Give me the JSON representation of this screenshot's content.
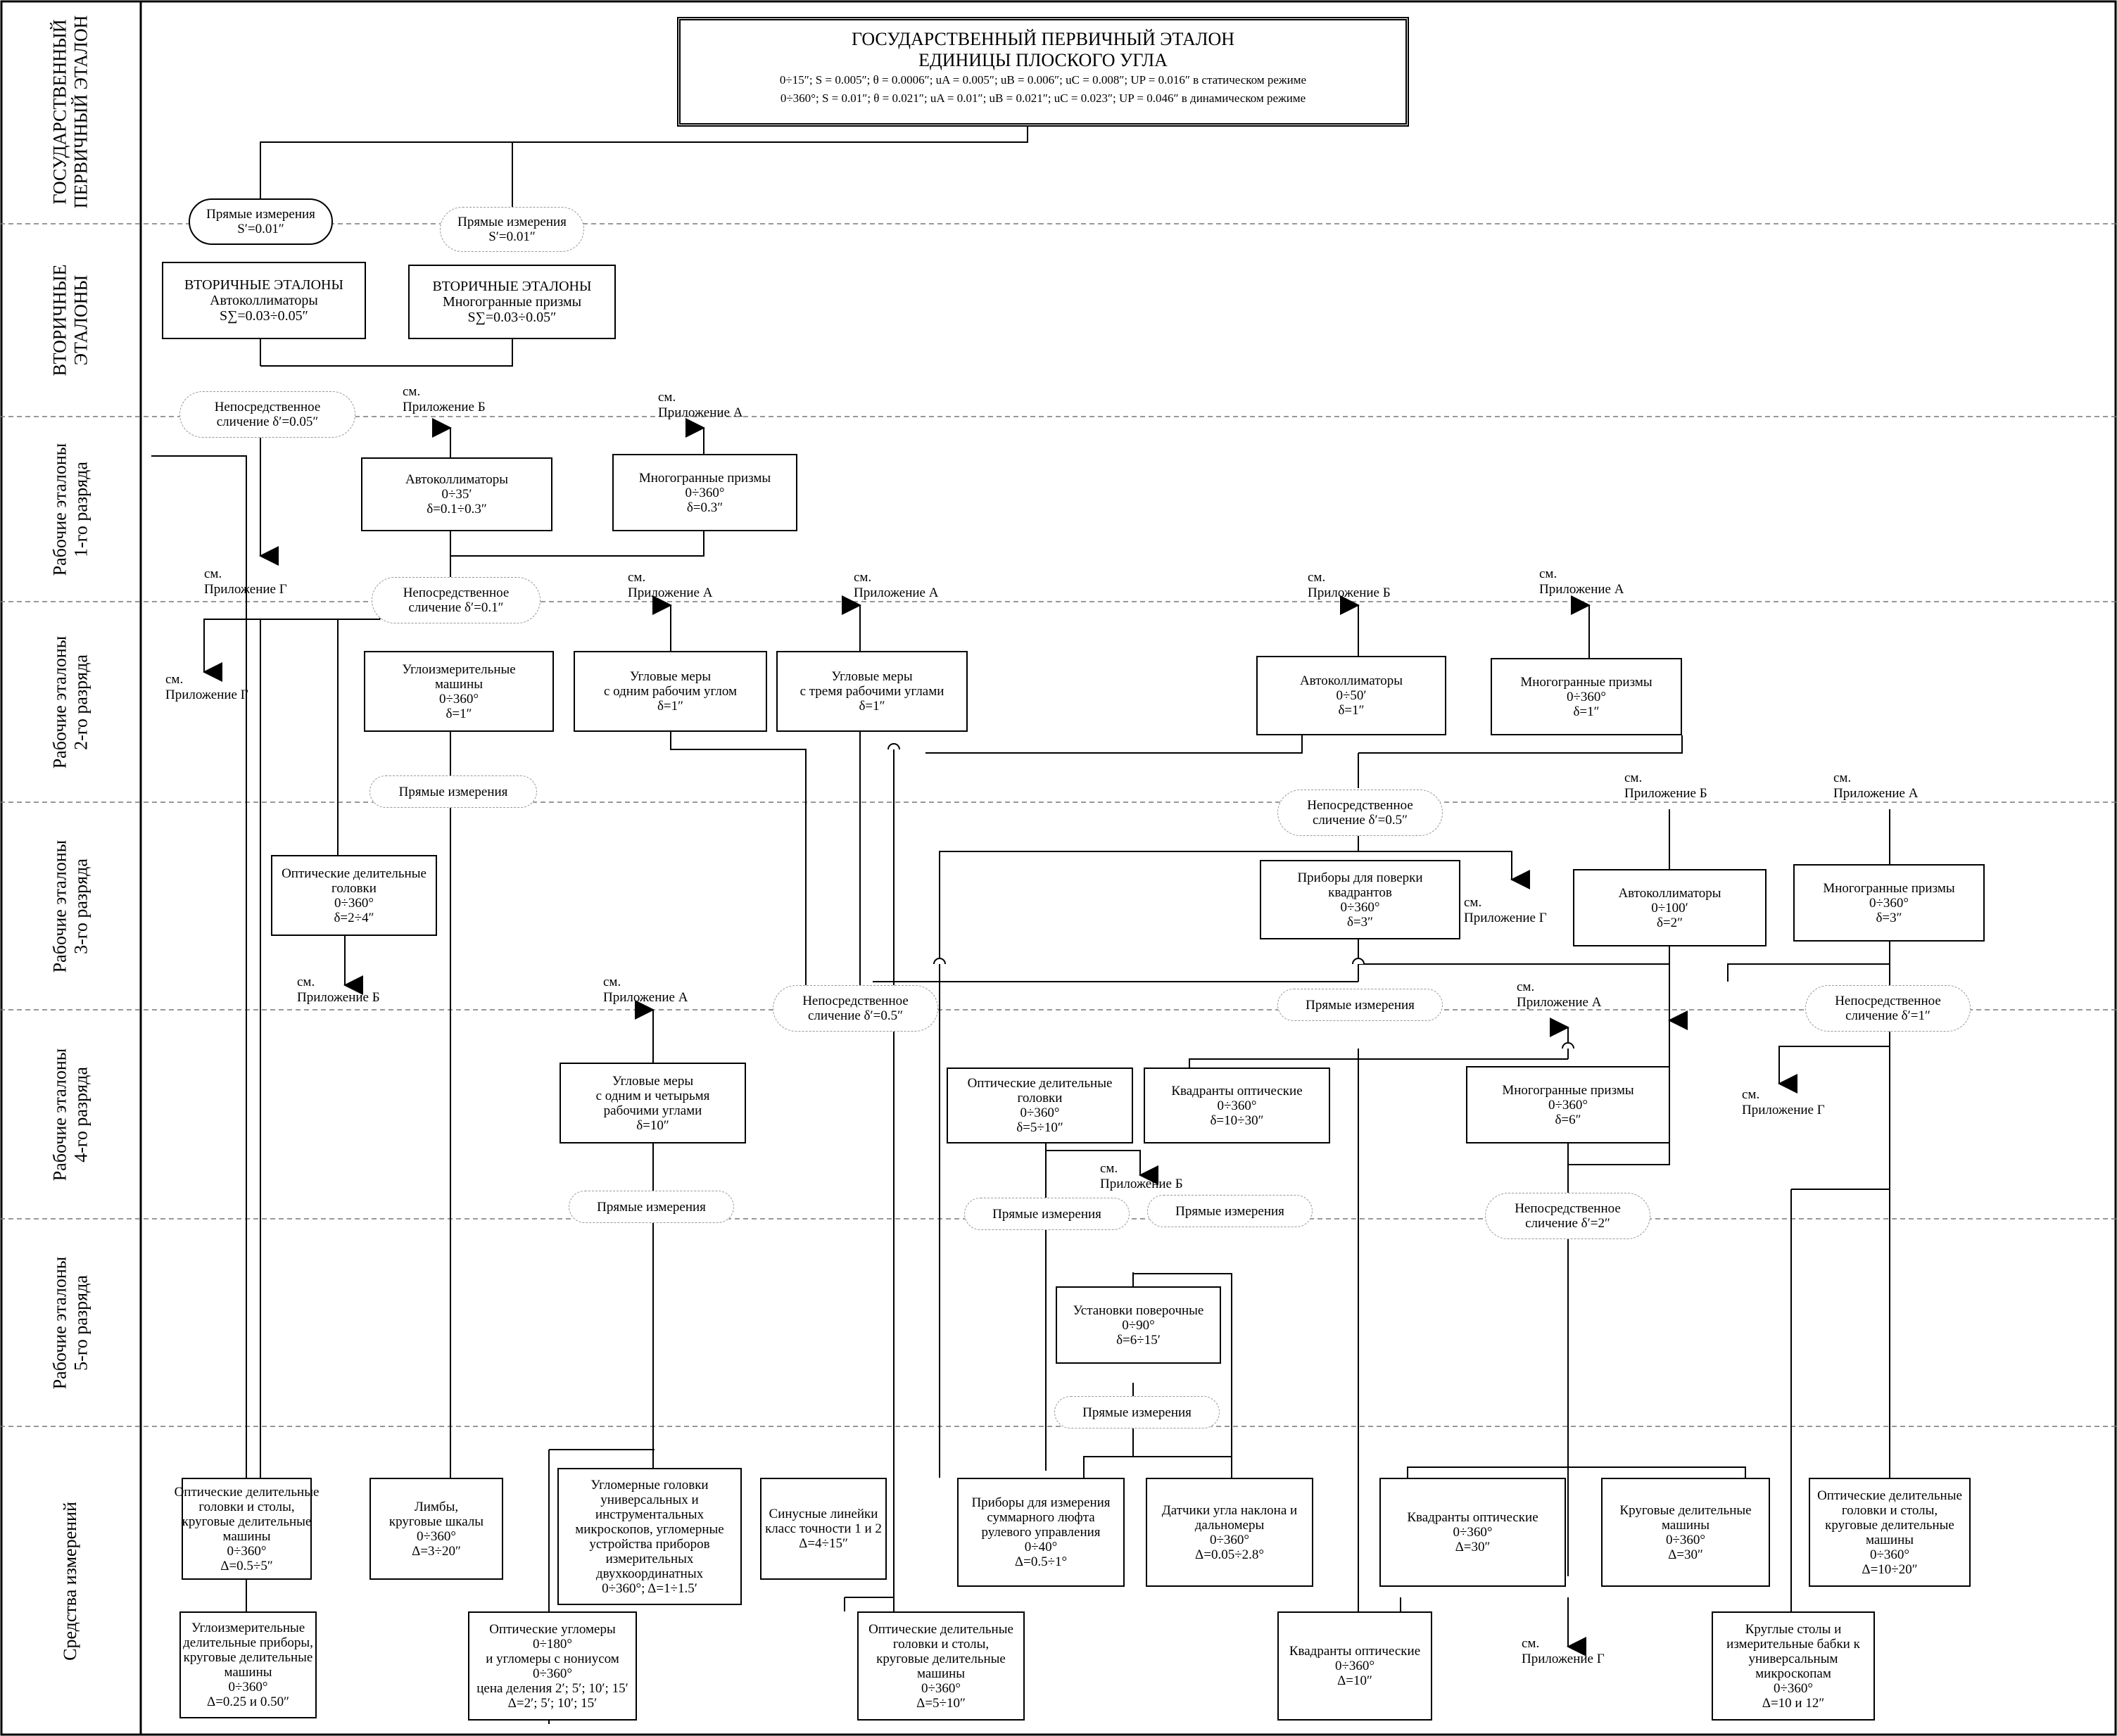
{
  "levels": [
    {
      "id": "l0",
      "lines": [
        "ГОСУДАРСТВЕННЫЙ",
        "ПЕРВИЧНЫЙ ЭТАЛОН"
      ]
    },
    {
      "id": "l1",
      "lines": [
        "ВТОРИЧНЫЕ",
        "ЭТАЛОНЫ"
      ]
    },
    {
      "id": "l2",
      "lines": [
        "Рабочие эталоны",
        "1-го разряда"
      ]
    },
    {
      "id": "l3",
      "lines": [
        "Рабочие эталоны",
        "2-го разряда"
      ]
    },
    {
      "id": "l4",
      "lines": [
        "Рабочие эталоны",
        "3-го разряда"
      ]
    },
    {
      "id": "l5",
      "lines": [
        "Рабочие эталоны",
        "4-го разряда"
      ]
    },
    {
      "id": "l6",
      "lines": [
        "Рабочие эталоны",
        "5-го разряда"
      ]
    },
    {
      "id": "l7",
      "lines": [
        "Средства измерений"
      ]
    }
  ],
  "title": {
    "line1": "ГОСУДАРСТВЕННЫЙ ПЕРВИЧНЫЙ ЭТАЛОН",
    "line2": "ЕДИНИЦЫ ПЛОСКОГО УГЛА",
    "line3": "0÷15″; S = 0.005″; θ = 0.0006″; uA = 0.005″; uB = 0.006″; uC = 0.008″; UP = 0.016″ в статическом режиме",
    "line4": "0÷360°; S = 0.01″; θ = 0.021″; uA = 0.01″; uB = 0.021″; uC = 0.023″; UP = 0.046″ в динамическом режиме"
  },
  "boxes": [
    {
      "id": "sec-auto",
      "lines": [
        "ВТОРИЧНЫЕ ЭТАЛОНЫ",
        "Автоколлиматоры",
        "S∑=0.03÷0.05″"
      ]
    },
    {
      "id": "sec-prism",
      "lines": [
        "ВТОРИЧНЫЕ ЭТАЛОНЫ",
        "Многогранные призмы",
        "S∑=0.03÷0.05″"
      ]
    },
    {
      "id": "r1-auto",
      "lines": [
        "Автоколлиматоры",
        "0÷35′",
        "δ=0.1÷0.3″"
      ]
    },
    {
      "id": "r1-prism",
      "lines": [
        "Многогранные призмы",
        "0÷360°",
        "δ=0.3″"
      ]
    },
    {
      "id": "r2-mach",
      "lines": [
        "Углоизмерительные",
        "машины",
        "0÷360°",
        "δ=1″"
      ]
    },
    {
      "id": "r2-meas1",
      "lines": [
        "Угловые меры",
        "с одним рабочим углом",
        "δ=1″"
      ]
    },
    {
      "id": "r2-meas3",
      "lines": [
        "Угловые меры",
        "с тремя рабочими углами",
        "δ=1″"
      ]
    },
    {
      "id": "r2-auto",
      "lines": [
        "Автоколлиматоры",
        "0÷50′",
        "δ=1″"
      ]
    },
    {
      "id": "r2-prism",
      "lines": [
        "Многогранные призмы",
        "0÷360°",
        "δ=1″"
      ]
    },
    {
      "id": "r3-heads",
      "lines": [
        "Оптические делительные",
        "головки",
        "0÷360°",
        "δ=2÷4″"
      ]
    },
    {
      "id": "r3-quad",
      "lines": [
        "Приборы для поверки",
        "квадрантов",
        "0÷360°",
        "δ=3″"
      ]
    },
    {
      "id": "r3-auto",
      "lines": [
        "Автоколлиматоры",
        "0÷100′",
        "δ=2″"
      ]
    },
    {
      "id": "r3-prism",
      "lines": [
        "Многогранные призмы",
        "0÷360°",
        "δ=3″"
      ]
    },
    {
      "id": "r4-meas",
      "lines": [
        "Угловые меры",
        "с одним и четырьмя",
        "рабочими углами",
        "δ=10″"
      ]
    },
    {
      "id": "r4-heads",
      "lines": [
        "Оптические делительные",
        "головки",
        "0÷360°",
        "δ=5÷10″"
      ]
    },
    {
      "id": "r4-quad",
      "lines": [
        "Квадранты оптические",
        "0÷360°",
        "δ=10÷30″"
      ]
    },
    {
      "id": "r4-prism",
      "lines": [
        "Многогранные призмы",
        "0÷360°",
        "δ=6″"
      ]
    },
    {
      "id": "r5-inst",
      "lines": [
        "Установки поверочные",
        "0÷90°",
        "δ=6÷15′"
      ]
    },
    {
      "id": "si-heads1",
      "lines": [
        "Оптические делительные",
        "головки и столы,",
        "круговые делительные",
        "машины",
        "0÷360°",
        "Δ=0.5÷5″"
      ]
    },
    {
      "id": "si-limb",
      "lines": [
        "Лимбы,",
        "круговые шкалы",
        "0÷360°",
        "Δ=3÷20″"
      ]
    },
    {
      "id": "si-uglhead",
      "lines": [
        "Угломерные головки",
        "универсальных и",
        "инструментальных",
        "микроскопов, угломерные",
        "устройства приборов",
        "измерительных",
        "двухкоординатных",
        "0÷360°; Δ=1÷1.5′"
      ]
    },
    {
      "id": "si-sine",
      "lines": [
        "Синусные линейки",
        "класс точности 1 и 2",
        "Δ=4÷15″"
      ]
    },
    {
      "id": "si-steer",
      "lines": [
        "Приборы для измерения",
        "суммарного люфта",
        "рулевого управления",
        "0÷40°",
        "Δ=0.5÷1°"
      ]
    },
    {
      "id": "si-tilt",
      "lines": [
        "Датчики угла наклона и",
        "дальномеры",
        "0÷360°",
        "Δ=0.05÷2.8°"
      ]
    },
    {
      "id": "si-quad30",
      "lines": [
        "Квадранты оптические",
        "0÷360°",
        "Δ=30″"
      ]
    },
    {
      "id": "si-circ",
      "lines": [
        "Круговые делительные",
        "машины",
        "0÷360°",
        "Δ=30″"
      ]
    },
    {
      "id": "si-heads2",
      "lines": [
        "Оптические делительные",
        "головки и столы,",
        "круговые делительные",
        "машины",
        "0÷360°",
        "Δ=10÷20″"
      ]
    },
    {
      "id": "si-uglpr",
      "lines": [
        "Углоизмерительные",
        "делительные приборы,",
        "круговые делительные",
        "машины",
        "0÷360°",
        "Δ=0.25 и 0.50″"
      ]
    },
    {
      "id": "si-optugl",
      "lines": [
        "Оптические угломеры",
        "0÷180°",
        "и угломеры с нониусом",
        "0÷360°",
        "цена деления 2′; 5′; 10′; 15′",
        "Δ=2′; 5′; 10′; 15′"
      ]
    },
    {
      "id": "si-heads3",
      "lines": [
        "Оптические делительные",
        "головки и столы,",
        "круговые делительные",
        "машины",
        "0÷360°",
        "Δ=5÷10″"
      ]
    },
    {
      "id": "si-quad10",
      "lines": [
        "Квадранты оптические",
        "0÷360°",
        "Δ=10″"
      ]
    },
    {
      "id": "si-rtables",
      "lines": [
        "Круглые столы и",
        "измерительные бабки к",
        "универсальным",
        "микроскопам",
        "0÷360°",
        "Δ=10 и 12″"
      ]
    }
  ],
  "ovals": [
    {
      "id": "o-direct1",
      "lines": [
        "Прямые измерения",
        "S′=0.01″"
      ]
    },
    {
      "id": "o-direct2",
      "lines": [
        "Прямые измерения",
        "S′=0.01″"
      ]
    },
    {
      "id": "o-cmp005",
      "lines": [
        "Непосредственное",
        "сличение δ′=0.05″"
      ]
    },
    {
      "id": "o-cmp01",
      "lines": [
        "Непосредственное",
        "сличение δ′=0.1″"
      ]
    },
    {
      "id": "o-pr2",
      "lines": [
        "Прямые измерения"
      ]
    },
    {
      "id": "o-cmp05a",
      "lines": [
        "Непосредственное",
        "сличение δ′=0.5″"
      ]
    },
    {
      "id": "o-cmp05b",
      "lines": [
        "Непосредственное",
        "сличение δ′=0.5″"
      ]
    },
    {
      "id": "o-pr3",
      "lines": [
        "Прямые измерения"
      ]
    },
    {
      "id": "o-cmp1",
      "lines": [
        "Непосредственное",
        "сличение δ′=1″"
      ]
    },
    {
      "id": "o-pr4a",
      "lines": [
        "Прямые измерения"
      ]
    },
    {
      "id": "o-pr4b",
      "lines": [
        "Прямые измерения"
      ]
    },
    {
      "id": "o-pr4c",
      "lines": [
        "Прямые измерения"
      ]
    },
    {
      "id": "o-cmp2",
      "lines": [
        "Непосредственное",
        "сличение δ′=2″"
      ]
    },
    {
      "id": "o-pr5",
      "lines": [
        "Прямые измерения"
      ]
    }
  ],
  "refs": [
    {
      "id": "ref1",
      "lines": [
        "см.",
        "Приложение Б"
      ]
    },
    {
      "id": "ref2",
      "lines": [
        "см.",
        "Приложение А"
      ]
    },
    {
      "id": "ref3",
      "lines": [
        "см.",
        "Приложение Г"
      ]
    },
    {
      "id": "ref4",
      "lines": [
        "см.",
        "Приложение А"
      ]
    },
    {
      "id": "ref5",
      "lines": [
        "см.",
        "Приложение А"
      ]
    },
    {
      "id": "ref6",
      "lines": [
        "см.",
        "Приложение Б"
      ]
    },
    {
      "id": "ref7",
      "lines": [
        "см.",
        "Приложение А"
      ]
    },
    {
      "id": "ref8",
      "lines": [
        "см.",
        "Приложение Г"
      ]
    },
    {
      "id": "ref9",
      "lines": [
        "см.",
        "Приложение Б"
      ]
    },
    {
      "id": "ref10",
      "lines": [
        "см.",
        "Приложение А"
      ]
    },
    {
      "id": "ref11",
      "lines": [
        "см.",
        "Приложение Г"
      ]
    },
    {
      "id": "ref12",
      "lines": [
        "см.",
        "Приложение Б"
      ]
    },
    {
      "id": "ref13",
      "lines": [
        "см.",
        "Приложение А"
      ]
    },
    {
      "id": "ref14",
      "lines": [
        "см.",
        "Приложение А"
      ]
    },
    {
      "id": "ref15",
      "lines": [
        "см.",
        "Приложение Г"
      ]
    },
    {
      "id": "ref16",
      "lines": [
        "см.",
        "Приложение Б"
      ]
    },
    {
      "id": "ref17",
      "lines": [
        "см.",
        "Приложение Г"
      ]
    }
  ]
}
